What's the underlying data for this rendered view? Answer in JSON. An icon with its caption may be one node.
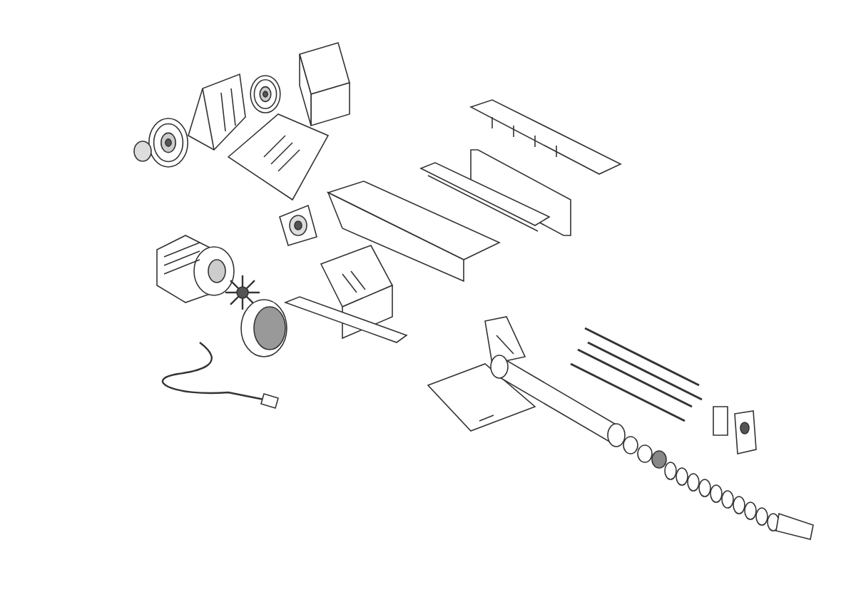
{
  "diagram": {
    "nodes": [
      {
        "text": [],
        "shape": "picture"
      },
      {
        "text": [],
        "shape": "picture"
      },
      {
        "text": [],
        "shape": "picture"
      },
      {
        "text": [],
        "shape": "picture"
      },
      {
        "text": [],
        "shape": "picture"
      },
      {
        "text": [],
        "shape": "picture"
      },
      {
        "text": [],
        "shape": "picture"
      },
      {
        "text": [],
        "shape": "picture"
      },
      {
        "text": [],
        "shape": "picture"
      },
      {
        "text": [],
        "shape": "picture"
      },
      {
        "text": [],
        "shape": "picture"
      },
      {
        "text": [],
        "shape": "picture"
      },
      {
        "text": [],
        "shape": "picture"
      },
      {
        "text": [],
        "shape": "picture"
      },
      {
        "text": [],
        "shape": "picture"
      },
      {
        "text": [],
        "shape": "picture"
      },
      {
        "text": [],
        "shape": "picture"
      },
      {
        "text": [],
        "shape": "picture"
      },
      {
        "text": [],
        "shape": "picture"
      },
      {
        "text": [],
        "shape": "picture"
      },
      {
        "text": [],
        "shape": "picture"
      },
      {
        "text": [],
        "shape": "picture"
      }
    ]
  }
}
